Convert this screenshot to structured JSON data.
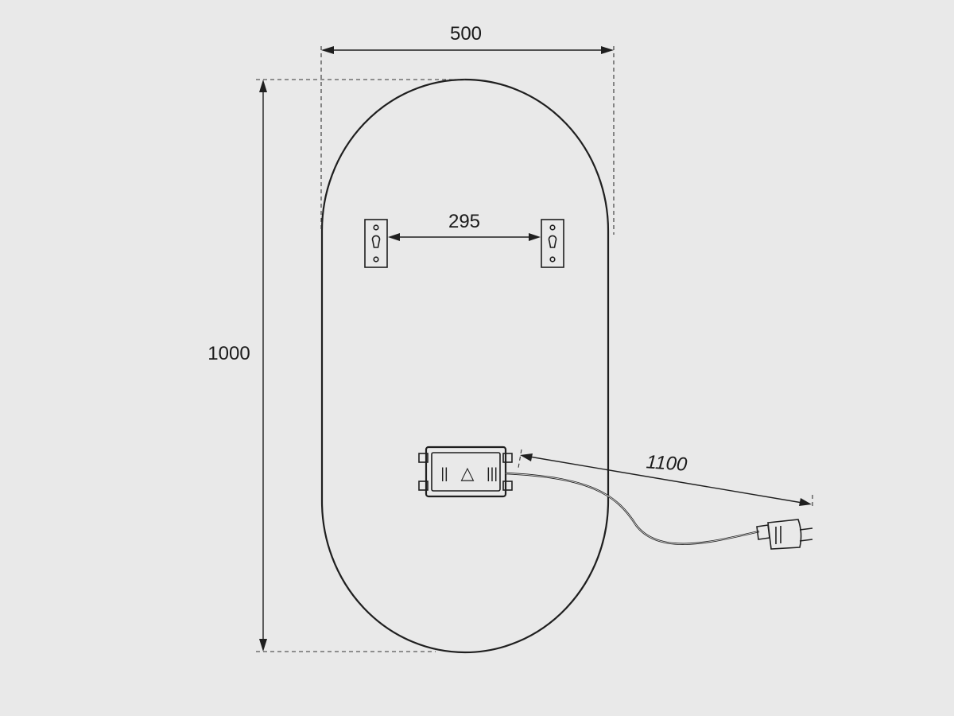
{
  "diagram": {
    "dimensions": {
      "width_label": "500",
      "height_label": "1000",
      "bracket_spacing_label": "295",
      "cable_length_label": "1100"
    },
    "components": {
      "mirror": "oval-mirror-outline",
      "brackets": [
        "keyhole-bracket-icon",
        "keyhole-bracket-icon"
      ],
      "control_box": "control-box",
      "control_box_symbols": [
        "||",
        "△",
        "|||"
      ],
      "plug": "power-plug-icon"
    },
    "colors": {
      "background": "#e9e9e9",
      "line": "#1f1f1f"
    }
  }
}
